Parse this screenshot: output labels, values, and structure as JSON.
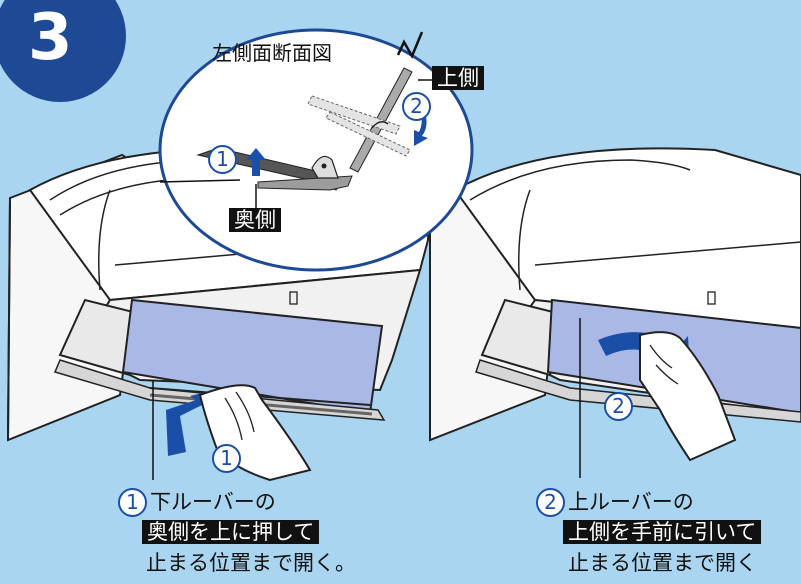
{
  "step": {
    "number": "3"
  },
  "inset": {
    "title": "左側面断面図",
    "label_upper": "上側",
    "label_back": "奥側",
    "step1": "1",
    "step2": "2"
  },
  "left_panel": {
    "step": "1",
    "line1": "下ルーバーの",
    "highlight": "奥側を上に押して",
    "line3": "止まる位置まで開く。"
  },
  "right_panel": {
    "step": "2",
    "line1": "上ルーバーの",
    "highlight": "上側を手前に引いて",
    "line3": "止まる位置まで開く"
  },
  "colors": {
    "background": "#a9d5f0",
    "louver": "#aab8e6",
    "accent_blue": "#1a4fa8"
  }
}
